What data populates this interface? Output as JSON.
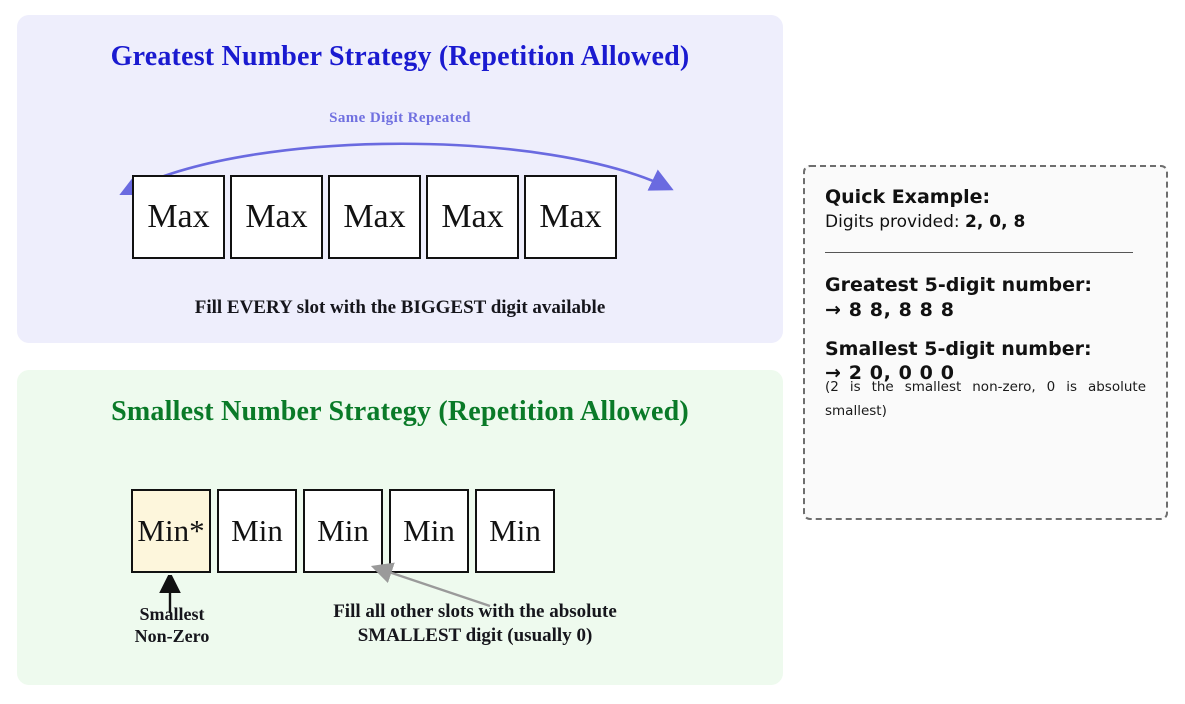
{
  "greatest_panel": {
    "title": "Greatest Number Strategy (Repetition Allowed)",
    "arc_caption": "Same Digit Repeated",
    "slots": [
      "Max",
      "Max",
      "Max",
      "Max",
      "Max"
    ],
    "footnote": "Fill EVERY slot with the BIGGEST digit available",
    "title_color": "#1a1ad0",
    "background_color": "#eeeefc",
    "arc_color": "#6a6ae0"
  },
  "smallest_panel": {
    "title": "Smallest Number Strategy (Repetition Allowed)",
    "slots": [
      {
        "label": "Min*",
        "highlighted": true
      },
      {
        "label": "Min",
        "highlighted": false
      },
      {
        "label": "Min",
        "highlighted": false
      },
      {
        "label": "Min",
        "highlighted": false
      },
      {
        "label": "Min",
        "highlighted": false
      }
    ],
    "nonzero_label_line1": "Smallest",
    "nonzero_label_line2": "Non-Zero",
    "fill_other_line1": "Fill all other slots with the absolute",
    "fill_other_line2": "SMALLEST digit (usually 0)",
    "title_color": "#0a7a28",
    "background_color": "#eefaee",
    "highlight_color": "#fdf6dc",
    "arrow_color": "#9a9a9a"
  },
  "quick_example": {
    "heading": "Quick Example:",
    "digits_label": "Digits provided:",
    "digits_value": "2, 0, 8",
    "greatest_heading": "Greatest 5-digit number:",
    "greatest_value": "→ 8 8, 8 8 8",
    "smallest_heading": "Smallest 5-digit number:",
    "smallest_value": "→ 2 0, 0 0 0",
    "note": "(2 is the smallest non-zero, 0 is absolute smallest)",
    "border_color": "#6e6e6e",
    "background_color": "#fafafa"
  }
}
